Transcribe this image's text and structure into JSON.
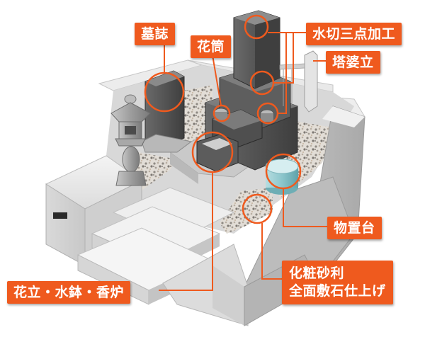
{
  "labels": {
    "boshi": "墓誌",
    "kazutsu": "花筒",
    "mizukiri": "水切三点加工",
    "tobatate": "塔婆立",
    "monooki": "物置台",
    "keshou_line1": "化粧砂利",
    "keshou_line2": "全面敷石仕上げ",
    "hanatate": "花立・水鉢・香炉"
  },
  "colors": {
    "accent": "#ef5a1e",
    "stone_light": "#e6e6e6",
    "stone_dark": "#5a5a5a"
  }
}
